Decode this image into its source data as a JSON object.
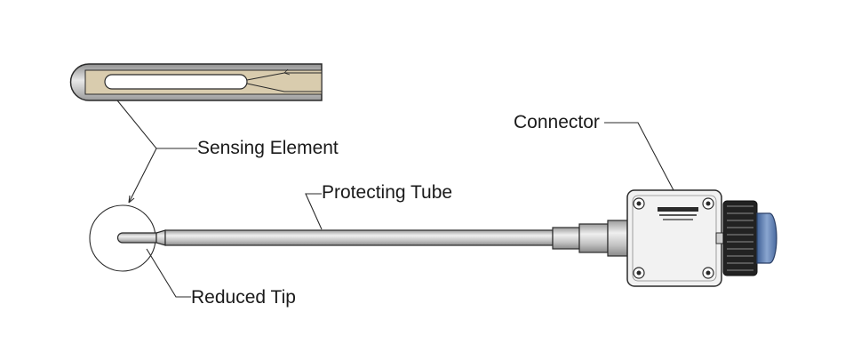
{
  "labels": {
    "sensing_element": "Sensing Element",
    "protecting_tube": "Protecting Tube",
    "connector": "Connector",
    "reduced_tip": "Reduced Tip"
  },
  "colors": {
    "outline": "#2a2a2a",
    "tube_fill": "#c9c9c9",
    "tube_highlight": "#efefef",
    "insulation_fill": "#d9ccae",
    "housing_fill": "#f2f2f2",
    "knurl_fill": "#222222",
    "cap_fill": "#6f8bb8"
  }
}
